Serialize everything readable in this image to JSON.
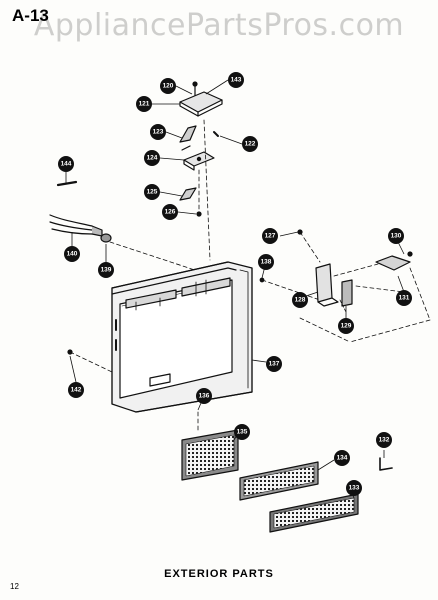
{
  "page": {
    "watermark": "AppliancePartsPros.com",
    "page_ref": "A-13",
    "caption": "EXTERIOR   PARTS",
    "page_number": "12"
  },
  "callouts": [
    "120",
    "143",
    "121",
    "123",
    "122",
    "124",
    "144",
    "125",
    "126",
    "140",
    "139",
    "127",
    "130",
    "138",
    "131",
    "128",
    "129",
    "137",
    "142",
    "136",
    "135",
    "132",
    "134",
    "133"
  ],
  "colors": {
    "ink": "#111111",
    "paper": "#fdfdfb",
    "watermark": "#8c8c8c"
  }
}
